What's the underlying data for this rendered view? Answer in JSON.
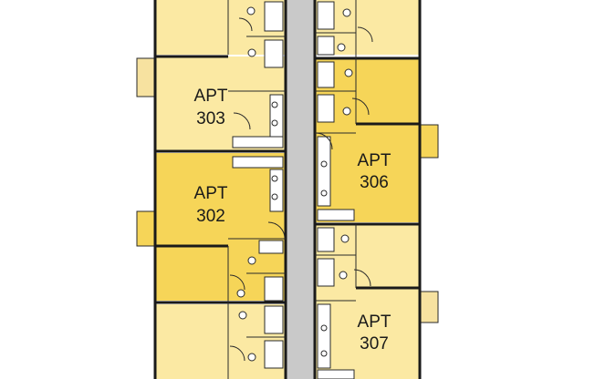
{
  "colors": {
    "unit_light": "#fbe9a3",
    "unit_selected": "#f6d558",
    "balcony": "#f7e2a0",
    "corridor": "#c9c9c9",
    "wall": "#1a1a1a"
  },
  "units": [
    {
      "label": "APT",
      "number": "303",
      "selected": false
    },
    {
      "label": "APT",
      "number": "302",
      "selected": true
    },
    {
      "label": "APT",
      "number": "306",
      "selected": true
    },
    {
      "label": "APT",
      "number": "307",
      "selected": false
    }
  ]
}
